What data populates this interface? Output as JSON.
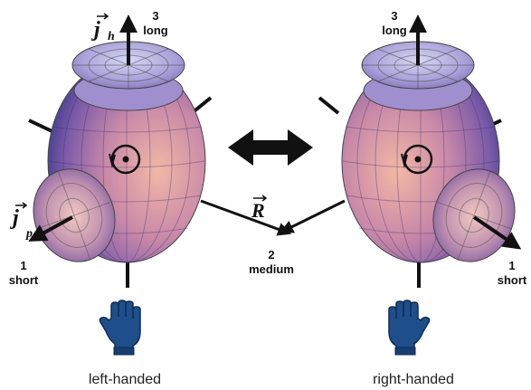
{
  "left": {
    "jh_label": {
      "sym": "j",
      "sub": "h"
    },
    "jp_label": {
      "sym": "j",
      "sub": "p"
    },
    "long": {
      "num": "3",
      "word": "long"
    },
    "short": {
      "num": "1",
      "word": "short"
    },
    "caption": "left-handed"
  },
  "right": {
    "long": {
      "num": "3",
      "word": "long"
    },
    "short": {
      "num": "1",
      "word": "short"
    },
    "caption": "right-handed"
  },
  "center": {
    "r_label": {
      "sym": "R"
    },
    "medium": {
      "num": "2",
      "word": "medium"
    }
  },
  "colors": {
    "glove": "#1f4f8a",
    "arrow": "#111111",
    "body_dark": "#5a4a9a",
    "body_light": "#e9a9a0"
  }
}
